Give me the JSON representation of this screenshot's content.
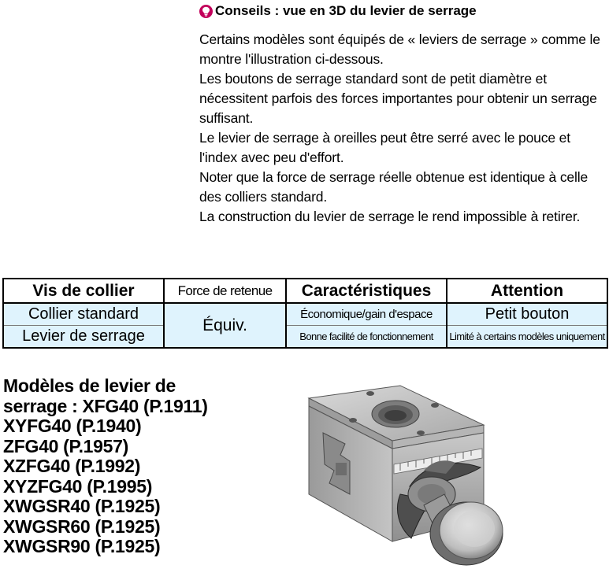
{
  "tips": {
    "title": "Conseils : vue en 3D du levier de serrage",
    "icon": "lightbulb-icon",
    "paragraphs": [
      "Certains modèles sont équipés de « leviers de serrage » comme le montre l'illustration ci-dessous.",
      "Les boutons de serrage standard sont de petit diamètre et nécessitent parfois des forces importantes pour obtenir un serrage suffisant.",
      "Le levier de serrage à oreilles peut être serré avec le pouce et l'index avec peu d'effort.",
      "Noter que la force de serrage réelle obtenue est identique à celle des colliers standard.",
      "La construction du levier de serrage le rend impossible à retirer."
    ]
  },
  "table": {
    "headers": [
      "Vis de collier",
      "Force de retenue",
      "Caractéristiques",
      "Attention"
    ],
    "rows": [
      {
        "type": "Collier standard",
        "force": "Équiv.",
        "feature": "Économique/gain d'espace",
        "attention": "Petit bouton"
      },
      {
        "type": "Levier de serrage",
        "feature": "Bonne facilité de fonctionnement",
        "attention": "Limité à certains modèles uniquement"
      }
    ]
  },
  "models": {
    "lines": [
      "Modèles de levier de",
      "serrage : XFG40 (P.1911)",
      "XYFG40 (P.1940)",
      "ZFG40 (P.1957)",
      "XZFG40 (P.1992)",
      "XYZFG40 (P.1995)",
      "XWGSR40 (P.1925)",
      "XWGSR60 (P.1925)",
      "XWGSR90 (P.1925)"
    ]
  },
  "colors": {
    "tip_icon": "#c2005b",
    "table_cell_bg": "#dff3fd"
  }
}
